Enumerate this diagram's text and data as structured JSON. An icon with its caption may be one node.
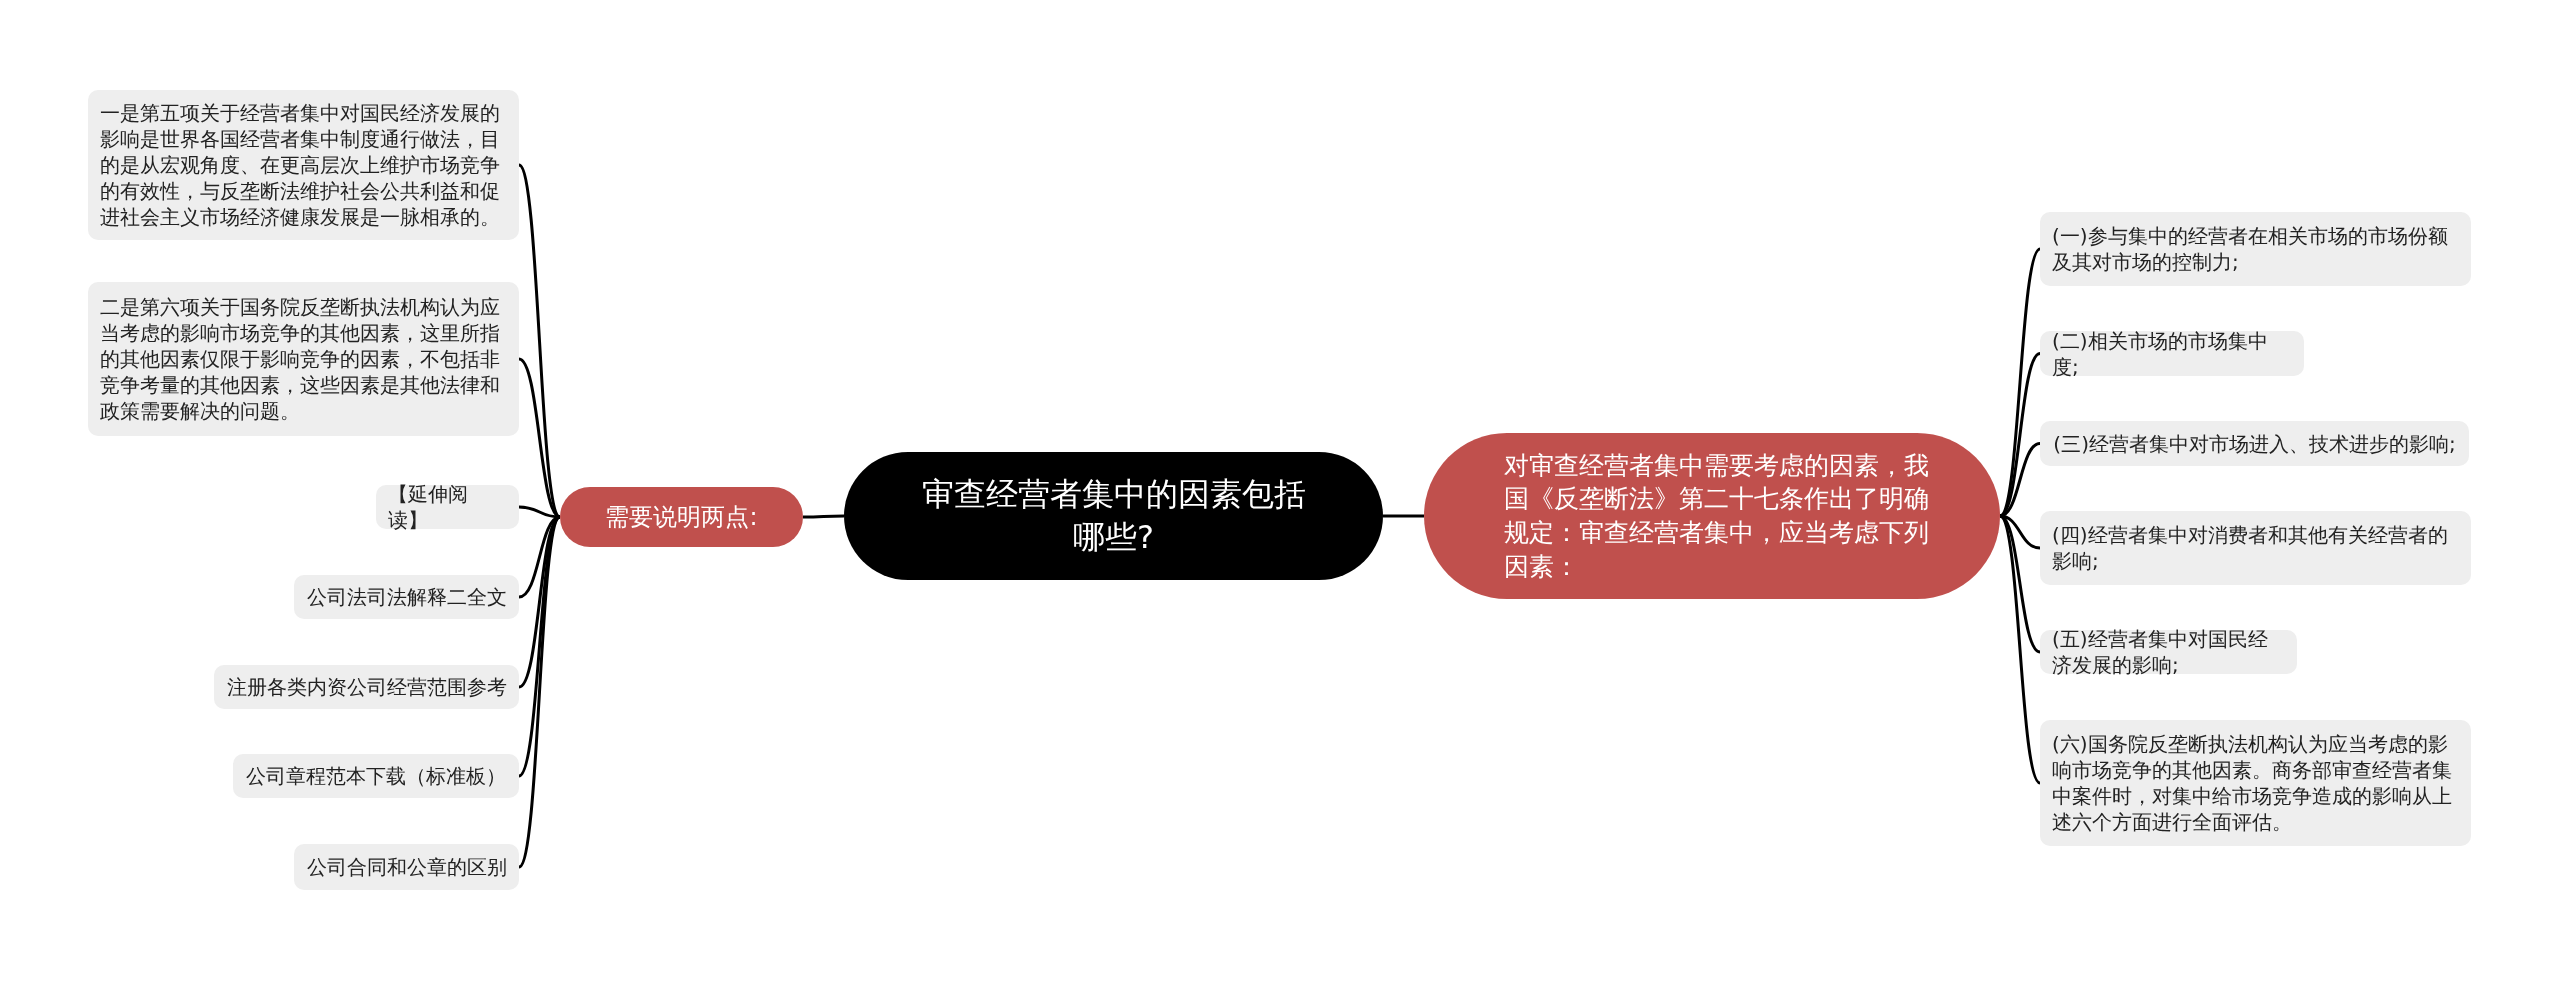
{
  "diagram": {
    "nodes": [
      {
        "text": [
          "审查经营者集中的因素包括哪些?"
        ]
      },
      {
        "text": [
          "需要说明两点:"
        ]
      },
      {
        "text": [
          "对审查经营者集中需要考虑的因素，我国《反垄断法》第二十七条作出了明确规定：审查经营者集中，应当考虑下列因素："
        ]
      },
      {
        "text": [
          "一是第五项关于经营者集中对国民经济发展的影响是世界各国经营者集中制度通行做法，目的是从宏观角度、在更高层次上维护市场竞争的有效性，与反垄断法维护社会公共利益和促进社会主义市场经济健康发展是一脉相承的。"
        ]
      },
      {
        "text": [
          "二是第六项关于国务院反垄断执法机构认为应当考虑的影响市场竞争的其他因素，这里所指的其他因素仅限于影响竞争的因素，不包括非竞争考量的其他因素，这些因素是其他法律和政策需要解决的问题。"
        ]
      },
      {
        "text": [
          "【延伸阅读】"
        ]
      },
      {
        "text": [
          "公司法司法解释二全文"
        ]
      },
      {
        "text": [
          "注册各类内资公司经营范围参考"
        ]
      },
      {
        "text": [
          "公司章程范本下载（标准板）"
        ]
      },
      {
        "text": [
          "公司合同和公章的区别"
        ]
      },
      {
        "text": [
          "(一)参与集中的经营者在相关市场的市场份额及其对市场的控制力;"
        ]
      },
      {
        "text": [
          "(二)相关市场的市场集中度;"
        ]
      },
      {
        "text": [
          "(三)经营者集中对市场进入、技术进步的影响;"
        ]
      },
      {
        "text": [
          "(四)经营者集中对消费者和其他有关经营者的影响;"
        ]
      },
      {
        "text": [
          "(五)经营者集中对国民经济发展的影响;"
        ]
      },
      {
        "text": [
          "(六)国务院反垄断执法机构认为应当考虑的影响市场竞争的其他因素。商务部审查经营者集中案件时，对集中给市场竞争造成的影响从上述六个方面进行全面评估。"
        ]
      }
    ],
    "edges": [
      {
        "from": 0,
        "to": 1,
        "arrow": "none"
      },
      {
        "from": 0,
        "to": 2,
        "arrow": "none"
      },
      {
        "from": 1,
        "to": 3,
        "arrow": "none"
      },
      {
        "from": 1,
        "to": 4,
        "arrow": "none"
      },
      {
        "from": 1,
        "to": 5,
        "arrow": "none"
      },
      {
        "from": 1,
        "to": 6,
        "arrow": "none"
      },
      {
        "from": 1,
        "to": 7,
        "arrow": "none"
      },
      {
        "from": 1,
        "to": 8,
        "arrow": "none"
      },
      {
        "from": 1,
        "to": 9,
        "arrow": "none"
      },
      {
        "from": 2,
        "to": 10,
        "arrow": "none"
      },
      {
        "from": 2,
        "to": 11,
        "arrow": "none"
      },
      {
        "from": 2,
        "to": 12,
        "arrow": "none"
      },
      {
        "from": 2,
        "to": 13,
        "arrow": "none"
      },
      {
        "from": 2,
        "to": 14,
        "arrow": "none"
      },
      {
        "from": 2,
        "to": 15,
        "arrow": "none"
      }
    ]
  }
}
